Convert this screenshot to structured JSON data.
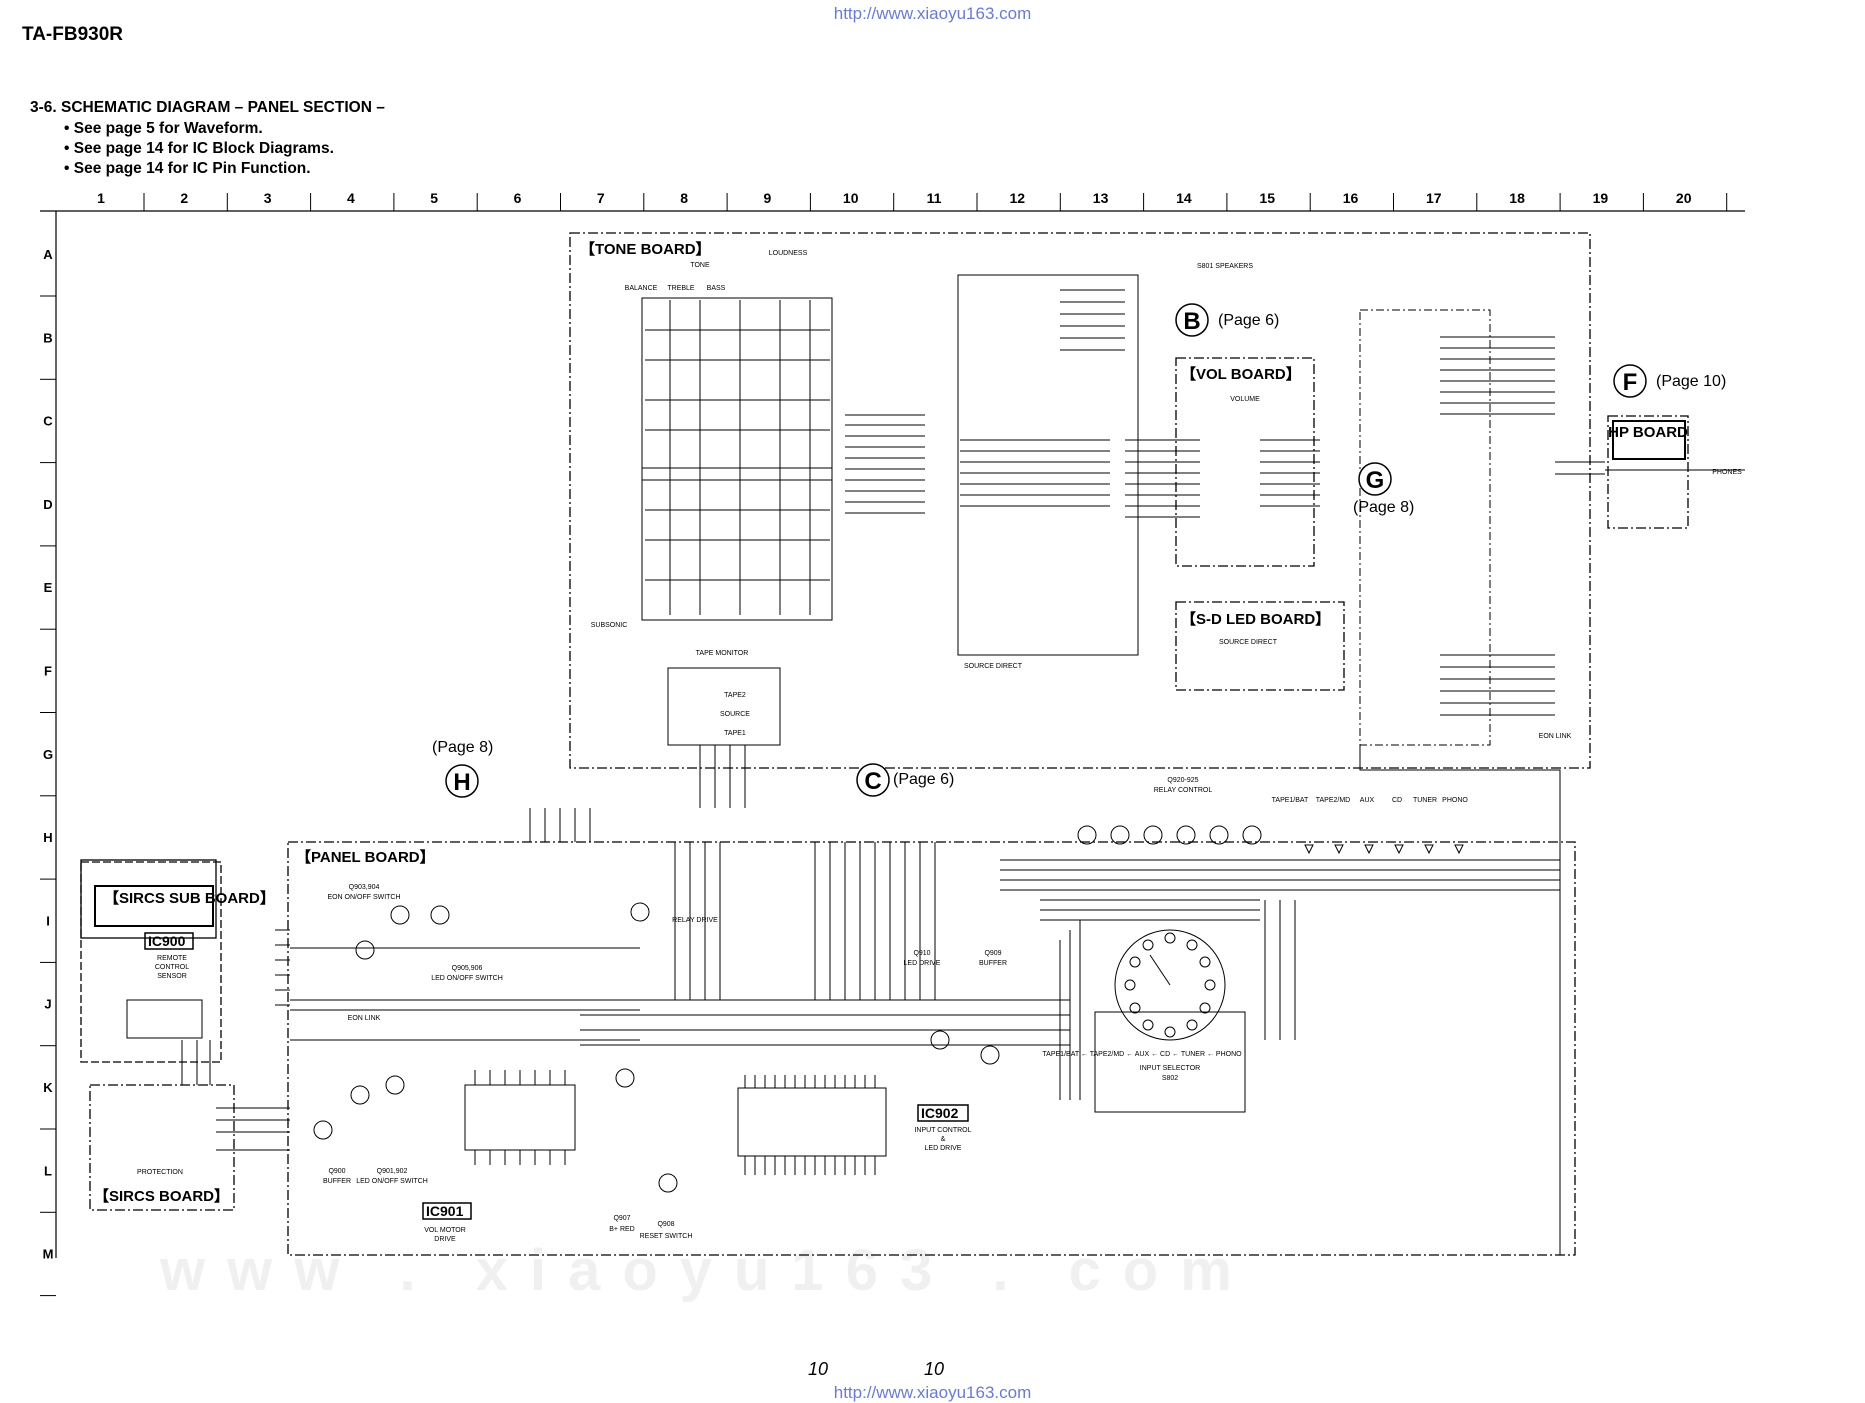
{
  "header": {
    "model": "TA-FB930R",
    "url": "http://www.xiaoyu163.com"
  },
  "section": {
    "title": "3-6. SCHEMATIC DIAGRAM – PANEL SECTION –",
    "notes": [
      "• See page 5 for Waveform.",
      "• See page 14 for IC Block Diagrams.",
      "• See page 14 for IC Pin Function."
    ]
  },
  "grid": {
    "columns": [
      "1",
      "2",
      "3",
      "4",
      "5",
      "6",
      "7",
      "8",
      "9",
      "10",
      "11",
      "12",
      "13",
      "14",
      "15",
      "16",
      "17",
      "18",
      "19",
      "20"
    ],
    "rows": [
      "A",
      "B",
      "C",
      "D",
      "E",
      "F",
      "G",
      "H",
      "I",
      "J",
      "K",
      "L",
      "M"
    ]
  },
  "boards": {
    "tone": "【TONE BOARD】",
    "vol": "【VOL BOARD】",
    "sd_led": "【S-D LED BOARD】",
    "hp": "HP BOARD",
    "panel": "【PANEL BOARD】",
    "sircs_sub": "【SIRCS SUB BOARD】",
    "sircs": "【SIRCS BOARD】"
  },
  "connectors": {
    "B": {
      "letter": "B",
      "page": "(Page 6)"
    },
    "F": {
      "letter": "F",
      "page": "(Page 10)"
    },
    "G": {
      "letter": "G",
      "page": "(Page 8)"
    },
    "H": {
      "letter": "H",
      "page": "(Page 8)"
    },
    "C": {
      "letter": "C",
      "page": "(Page 6)"
    }
  },
  "ics": {
    "ic900": {
      "name": "IC900",
      "desc": [
        "REMOTE",
        "CONTROL",
        "SENSOR"
      ]
    },
    "ic901": {
      "name": "IC901",
      "desc": [
        "VOL MOTOR",
        "DRIVE"
      ]
    },
    "ic902": {
      "name": "IC902",
      "desc": [
        "INPUT CONTROL",
        "&",
        "LED DRIVE"
      ]
    }
  },
  "labels": {
    "speakers": "S801 SPEAKERS",
    "tape_monitor": "TAPE MONITOR",
    "source_direct": "SOURCE DIRECT",
    "input_selector": "INPUT SELECTOR",
    "input_selector_ref": "S802",
    "input_list": "TAPE1/BAT ← TAPE2/MD ← AUX ← CD ← TUNER ← PHONO",
    "relay_control": "RELAY CONTROL",
    "relay_control_ref": "Q920-925",
    "led_drive": "LED DRIVE",
    "led_drive_ref": "Q910",
    "buffer": "BUFFER",
    "buffer_ref": "Q909",
    "reset_switch": "RESET SWITCH",
    "reset_switch_ref": "Q908",
    "b_plus_red": "B+ RED",
    "b_plus_red_ref": "Q907",
    "eon_switch": "EON ON/OFF SWITCH",
    "eon_switch_ref": "Q903,904",
    "led_onoff": "LED ON/OFF SWITCH",
    "led_onoff_ref": "Q905,906",
    "buffer2": "BUFFER",
    "buffer2_ref": "Q900",
    "led_onoff2": "LED ON/OFF SWITCH",
    "led_onoff2_ref": "Q901,902",
    "relay_drive": "RELAY DRIVE",
    "volume": "VOLUME",
    "loudness": "LOUDNESS",
    "subsonic": "SUBSONIC",
    "balance": "BALANCE",
    "treble": "TREBLE",
    "bass": "BASS",
    "tone": "TONE",
    "source_labels": [
      "TAPE2",
      "SOURCE",
      "TAPE1"
    ],
    "phones": "PHONES",
    "eon_link": "EON LINK",
    "protection": "PROTECTION",
    "source_labels_top": [
      "TAPE1/BAT",
      "TAPE2/MD",
      "AUX",
      "CD",
      "TUNER",
      "PHONO"
    ]
  },
  "page_numbers": [
    "10",
    "10"
  ],
  "watermark_bottom": "www . xiaoyu163 . com"
}
